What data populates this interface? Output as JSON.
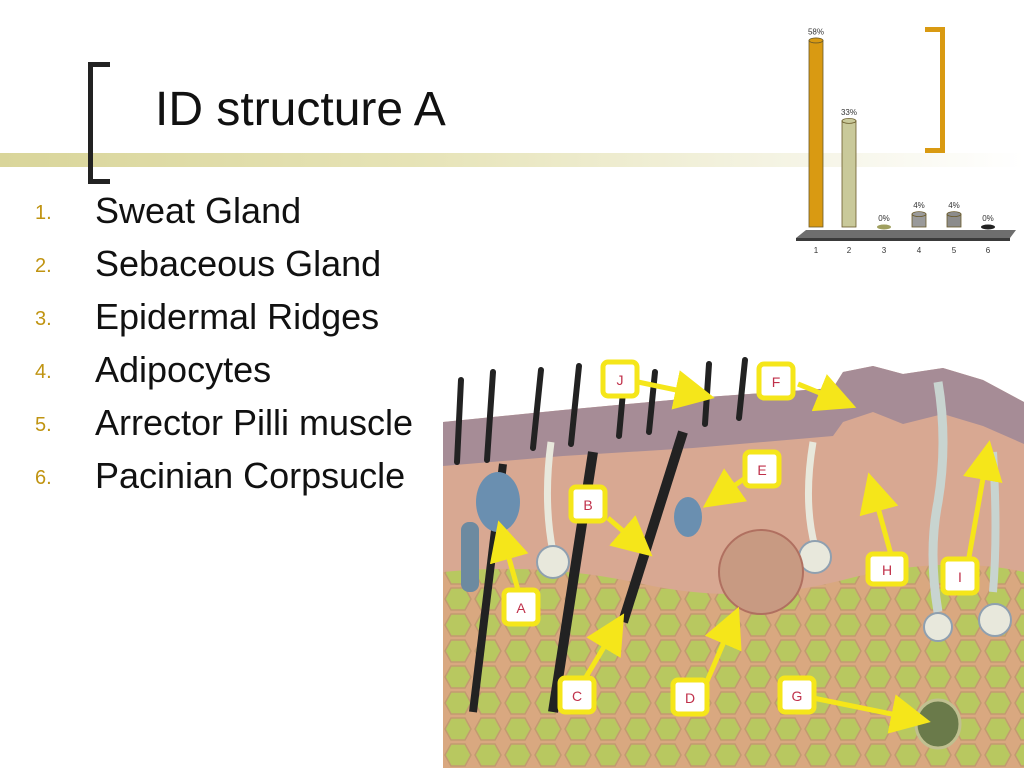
{
  "slide": {
    "title": "ID structure A",
    "options": [
      {
        "num": "1.",
        "label": "Sweat Gland"
      },
      {
        "num": "2.",
        "label": "Sebaceous Gland"
      },
      {
        "num": "3.",
        "label": "Epidermal Ridges"
      },
      {
        "num": "4.",
        "label": "Adipocytes"
      },
      {
        "num": "5.",
        "label": "Arrector Pilli muscle"
      },
      {
        "num": "6.",
        "label": "Pacinian Corpsucle"
      }
    ]
  },
  "chart_data": {
    "type": "bar",
    "categories": [
      "1",
      "2",
      "3",
      "4",
      "5",
      "6"
    ],
    "values": [
      58,
      33,
      0,
      4,
      4,
      0
    ],
    "value_labels": [
      "58%",
      "33%",
      "0%",
      "4%",
      "4%",
      "0%"
    ],
    "ylim": [
      0,
      60
    ],
    "colors": [
      "#d99a12",
      "#c9c99a",
      "#a0a060",
      "#9a9a9a",
      "#8c8c8c",
      "#222222"
    ]
  },
  "diagram": {
    "labels": [
      "J",
      "F",
      "E",
      "B",
      "A",
      "H",
      "I",
      "C",
      "D",
      "G"
    ]
  },
  "colors": {
    "accent": "#d99a12",
    "label_box": "#f5e61a",
    "label_text": "#c0304a"
  }
}
